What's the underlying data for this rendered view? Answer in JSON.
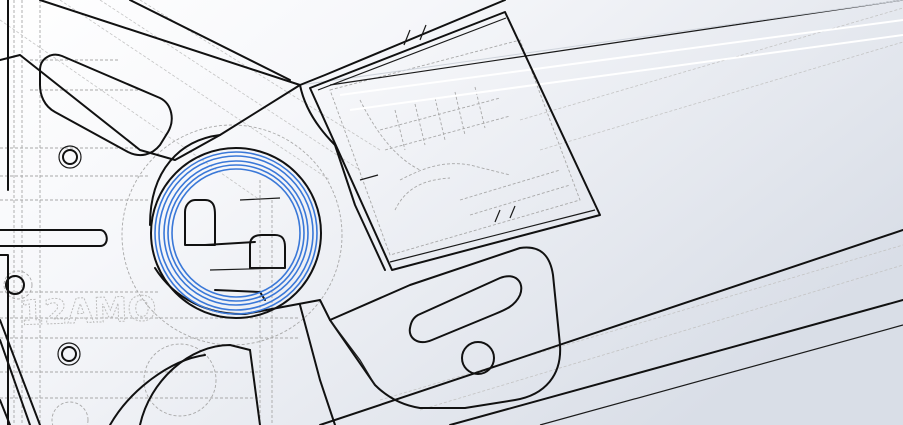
{
  "viewport": {
    "background_color": "#ffffff",
    "gradient_tint_color": "#dde2ea",
    "edge_color": "#111111",
    "hidden_line_color": "#a8a8a8",
    "selection_color": "#3a78d8"
  },
  "engraving": {
    "text": "12AMO"
  },
  "selection": {
    "entity": "circular-edge-set",
    "ring_count": 5
  }
}
